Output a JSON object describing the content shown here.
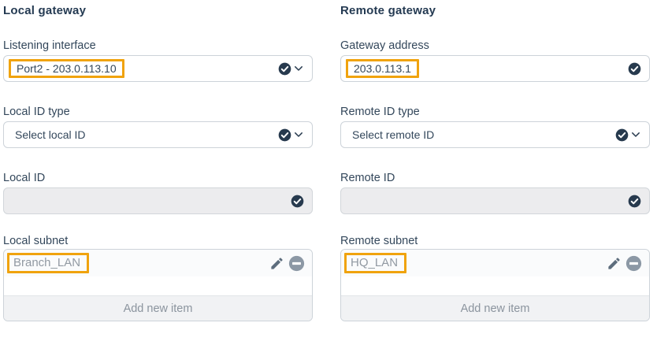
{
  "left_panel": {
    "heading": "Local gateway",
    "listening_interface": {
      "label": "Listening interface",
      "value": "Port2 - 203.0.113.10",
      "annotated": true
    },
    "local_id_type": {
      "label": "Local ID type",
      "value": "Select local ID"
    },
    "local_id": {
      "label": "Local ID",
      "value": ""
    },
    "local_subnet": {
      "label": "Local subnet",
      "items": [
        "Branch_LAN"
      ],
      "add_button_label": "Add new item"
    }
  },
  "right_panel": {
    "heading": "Remote gateway",
    "gateway_address": {
      "label": "Gateway address",
      "value": "203.0.113.1",
      "annotated": true
    },
    "remote_id_type": {
      "label": "Remote ID type",
      "value": "Select remote ID"
    },
    "remote_id": {
      "label": "Remote ID",
      "value": ""
    },
    "remote_subnet": {
      "label": "Remote subnet",
      "items": [
        "HQ_LAN"
      ],
      "add_button_label": "Add new item"
    }
  },
  "icons": {
    "validation": "check-circle",
    "dropdown": "chevron-down",
    "edit": "pencil",
    "remove": "minus-circle"
  },
  "colors": {
    "annotation_highlight": "#f0a30e",
    "heading_text": "#243a52",
    "label_text": "#33475b",
    "muted_text": "#8b949e",
    "item_text": "#9199a2",
    "icon_dark": "#273a4e",
    "icon_pencil": "#5d6d7d",
    "icon_minus": "#8c98a5",
    "field_border": "#cdd3d9",
    "disabled_field_bg": "#ececee",
    "add_row_bg": "#f1f2f4",
    "item_row_bg": "#fafbfc"
  }
}
